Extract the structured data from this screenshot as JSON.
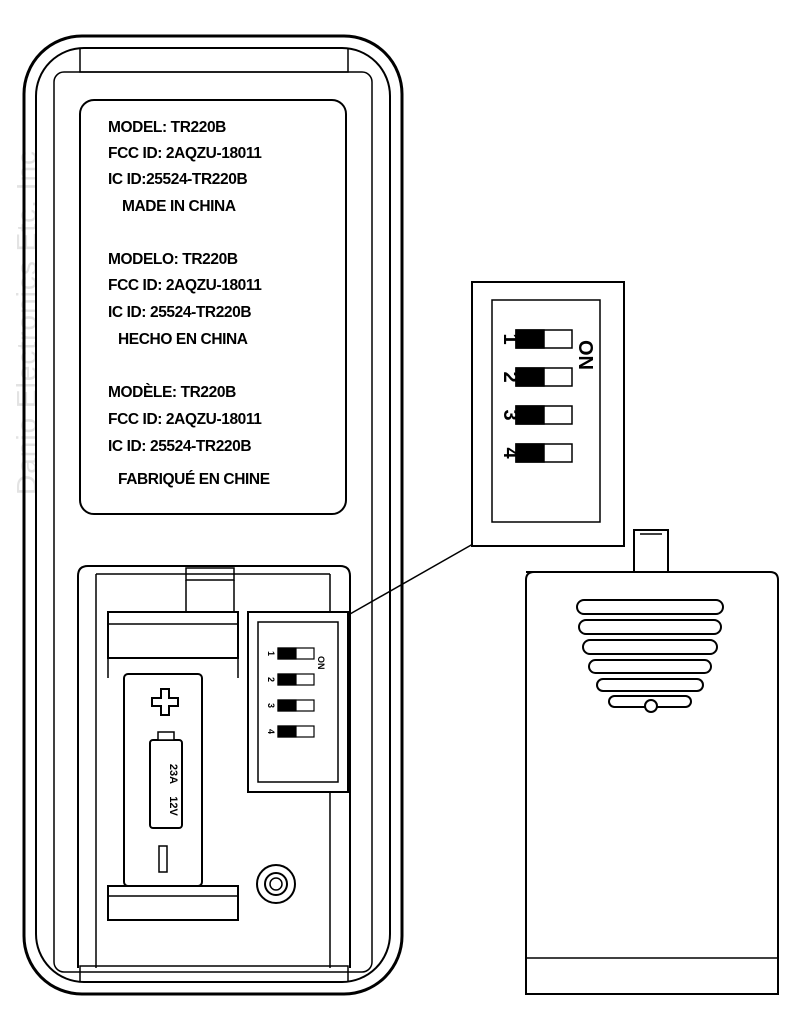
{
  "watermark": "Danio Electronics Etc. Inc",
  "label": {
    "lines": [
      "MODEL: TR220B",
      "FCC ID: 2AQZU-18011",
      "IC ID:25524-TR220B",
      "MADE IN CHINA",
      "MODELO: TR220B",
      "FCC ID: 2AQZU-18011",
      "IC ID: 25524-TR220B",
      "HECHO EN CHINA",
      "MODÈLE: TR220B",
      "FCC ID: 2AQZU-18011",
      "IC ID: 25524-TR220B",
      "FABRIQUÉ EN CHINE"
    ]
  },
  "dip_switch": {
    "on_label": "ON",
    "switch_numbers": [
      "1",
      "2",
      "3",
      "4"
    ],
    "positions": [
      "off",
      "off",
      "off",
      "off"
    ]
  },
  "battery": {
    "plus_symbol": "+",
    "model": "23A",
    "voltage": "12V"
  },
  "colors": {
    "line": "#000000",
    "background": "#ffffff",
    "watermark": "#e3e3e3"
  }
}
